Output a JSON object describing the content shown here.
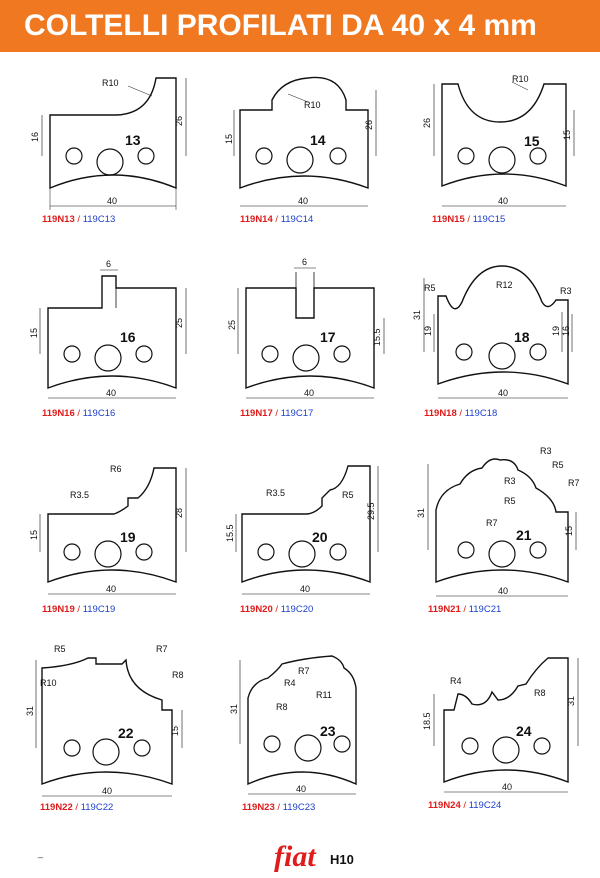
{
  "header": {
    "title": "COLTELLI PROFILATI DA 40 x 4 mm",
    "color": "#f07820"
  },
  "profiles": [
    {
      "number": "13",
      "code_red": "119N13",
      "code_blue": "119C13",
      "dims": [
        "R10",
        "16",
        "26",
        "40"
      ]
    },
    {
      "number": "14",
      "code_red": "119N14",
      "code_blue": "119C14",
      "dims": [
        "R10",
        "15",
        "26",
        "40"
      ]
    },
    {
      "number": "15",
      "code_red": "119N15",
      "code_blue": "119C15",
      "dims": [
        "R10",
        "26",
        "15",
        "40"
      ]
    },
    {
      "number": "16",
      "code_red": "119N16",
      "code_blue": "119C16",
      "dims": [
        "6",
        "15",
        "25",
        "40"
      ]
    },
    {
      "number": "17",
      "code_red": "119N17",
      "code_blue": "119C17",
      "dims": [
        "6",
        "25",
        "15.5",
        "40"
      ]
    },
    {
      "number": "18",
      "code_red": "119N18",
      "code_blue": "119C18",
      "dims": [
        "R5",
        "R12",
        "R3",
        "31",
        "19",
        "19",
        "16",
        "40"
      ]
    },
    {
      "number": "19",
      "code_red": "119N19",
      "code_blue": "119C19",
      "dims": [
        "R6",
        "R3.5",
        "15",
        "28",
        "40"
      ]
    },
    {
      "number": "20",
      "code_red": "119N20",
      "code_blue": "119C20",
      "dims": [
        "R3.5",
        "R5",
        "15.5",
        "29.5",
        "40"
      ]
    },
    {
      "number": "21",
      "code_red": "119N21",
      "code_blue": "119C21",
      "dims": [
        "R3",
        "R3",
        "R5",
        "R5",
        "R7",
        "R7",
        "31",
        "15",
        "40"
      ]
    },
    {
      "number": "22",
      "code_red": "119N22",
      "code_blue": "119C22",
      "dims": [
        "R5",
        "R7",
        "R10",
        "R8",
        "31",
        "15",
        "40"
      ]
    },
    {
      "number": "23",
      "code_red": "119N23",
      "code_blue": "119C23",
      "dims": [
        "R7",
        "R4",
        "R11",
        "R8",
        "31",
        "40"
      ]
    },
    {
      "number": "24",
      "code_red": "119N24",
      "code_blue": "119C24",
      "dims": [
        "R4",
        "R8",
        "18.5",
        "31",
        "40"
      ]
    }
  ],
  "footer": {
    "logo": "fiat",
    "page": "H10",
    "mark": "_"
  }
}
